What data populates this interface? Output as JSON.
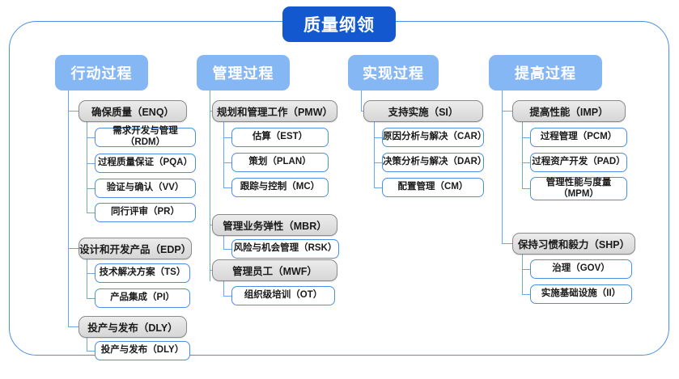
{
  "diagram": {
    "title": "质量纲领",
    "columns": [
      {
        "header": "行动过程",
        "groups": [
          {
            "label": "确保质量（ENQ）",
            "children": [
              "需求开发与管理（RDM）",
              "过程质量保证（PQA）",
              "验证与确认（VV）",
              "同行评审（PR）"
            ]
          },
          {
            "label": "设计和开发产品（EDP）",
            "children": [
              "技术解决方案（TS）",
              "产品集成（PI）"
            ]
          },
          {
            "label": "投产与发布（DLY）",
            "children": [
              "投产与发布（DLY）"
            ]
          }
        ]
      },
      {
        "header": "管理过程",
        "groups": [
          {
            "label": "规划和管理工作（PMW）",
            "children": [
              "估算（EST）",
              "策划（PLAN）",
              "跟踪与控制（MC）"
            ]
          },
          {
            "label": "管理业务弹性（MBR）",
            "children": [
              "风险与机会管理（RSK）"
            ]
          },
          {
            "label": "管理员工（MWF）",
            "children": [
              "组织级培训（OT）"
            ]
          }
        ]
      },
      {
        "header": "实现过程",
        "groups": [
          {
            "label": "支持实施（SI）",
            "children": [
              "原因分析与解决（CAR）",
              "决策分析与解决（DAR）",
              "配置管理（CM）"
            ]
          }
        ]
      },
      {
        "header": "提高过程",
        "groups": [
          {
            "label": "提高性能（IMP）",
            "children": [
              "过程管理（PCM）",
              "过程资产开发（PAD）",
              "管理性能与度量\n（MPM）"
            ]
          },
          {
            "label": "保持习惯和毅力（SHP）",
            "children": [
              "治理（GOV）",
              "实施基础设施（II）"
            ]
          }
        ]
      }
    ]
  },
  "colors": {
    "title_bg": "#1358ce",
    "header_bg": "#86b7f5",
    "group_border": "#8a8a8a",
    "leaf_border": "#4a90e2",
    "line": "#6aa6ea",
    "frame": "#4a90e2"
  }
}
